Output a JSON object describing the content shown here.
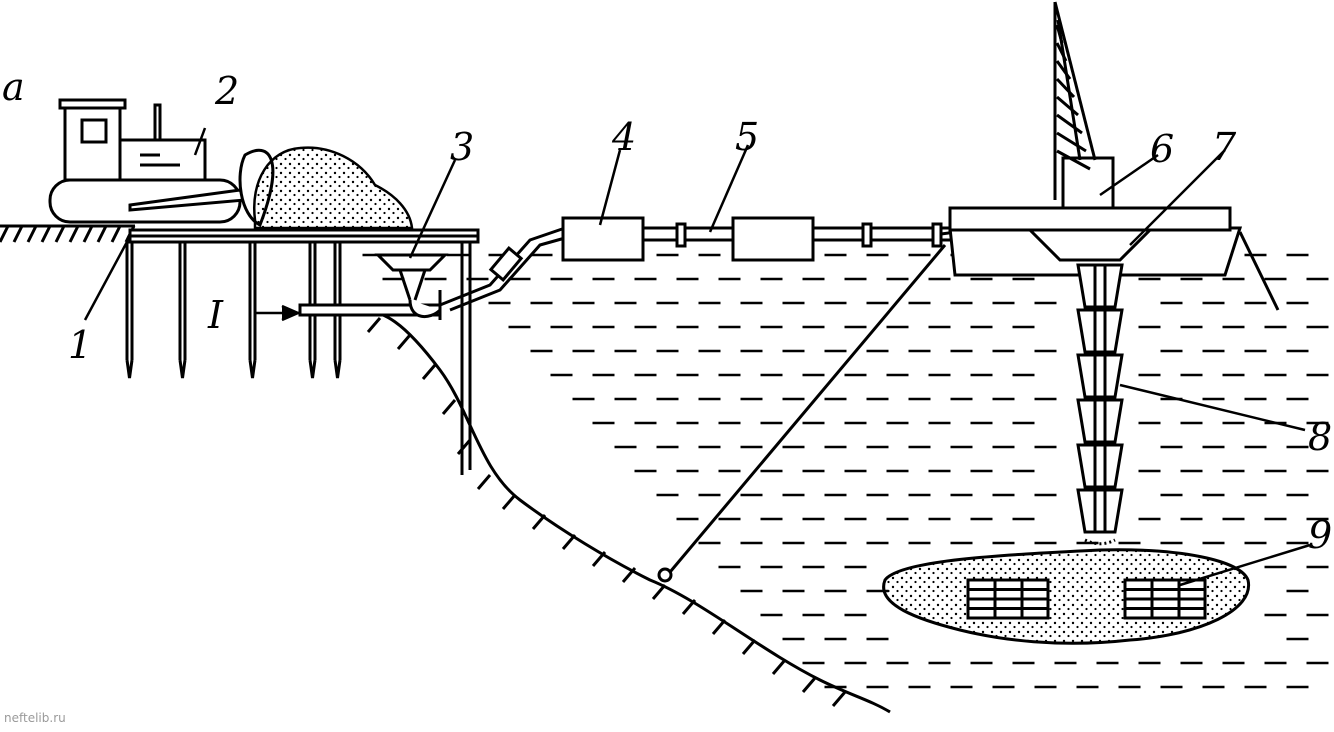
{
  "figure": {
    "panel_letter": "a",
    "callout_numbers": [
      "1",
      "2",
      "3",
      "4",
      "5",
      "6",
      "7",
      "8",
      "9"
    ],
    "arrow_label": "I",
    "watermark": "neftelib.ru"
  },
  "colors": {
    "ink": "#000000",
    "background": "#ffffff",
    "watermark": "#9a9a9a"
  },
  "icons": [
    "bulldozer-icon",
    "crane-icon",
    "pier-icon",
    "pipe-section-icon",
    "barge-icon",
    "tremie-pipe-icon",
    "seabed-icon",
    "anchor-icon"
  ]
}
